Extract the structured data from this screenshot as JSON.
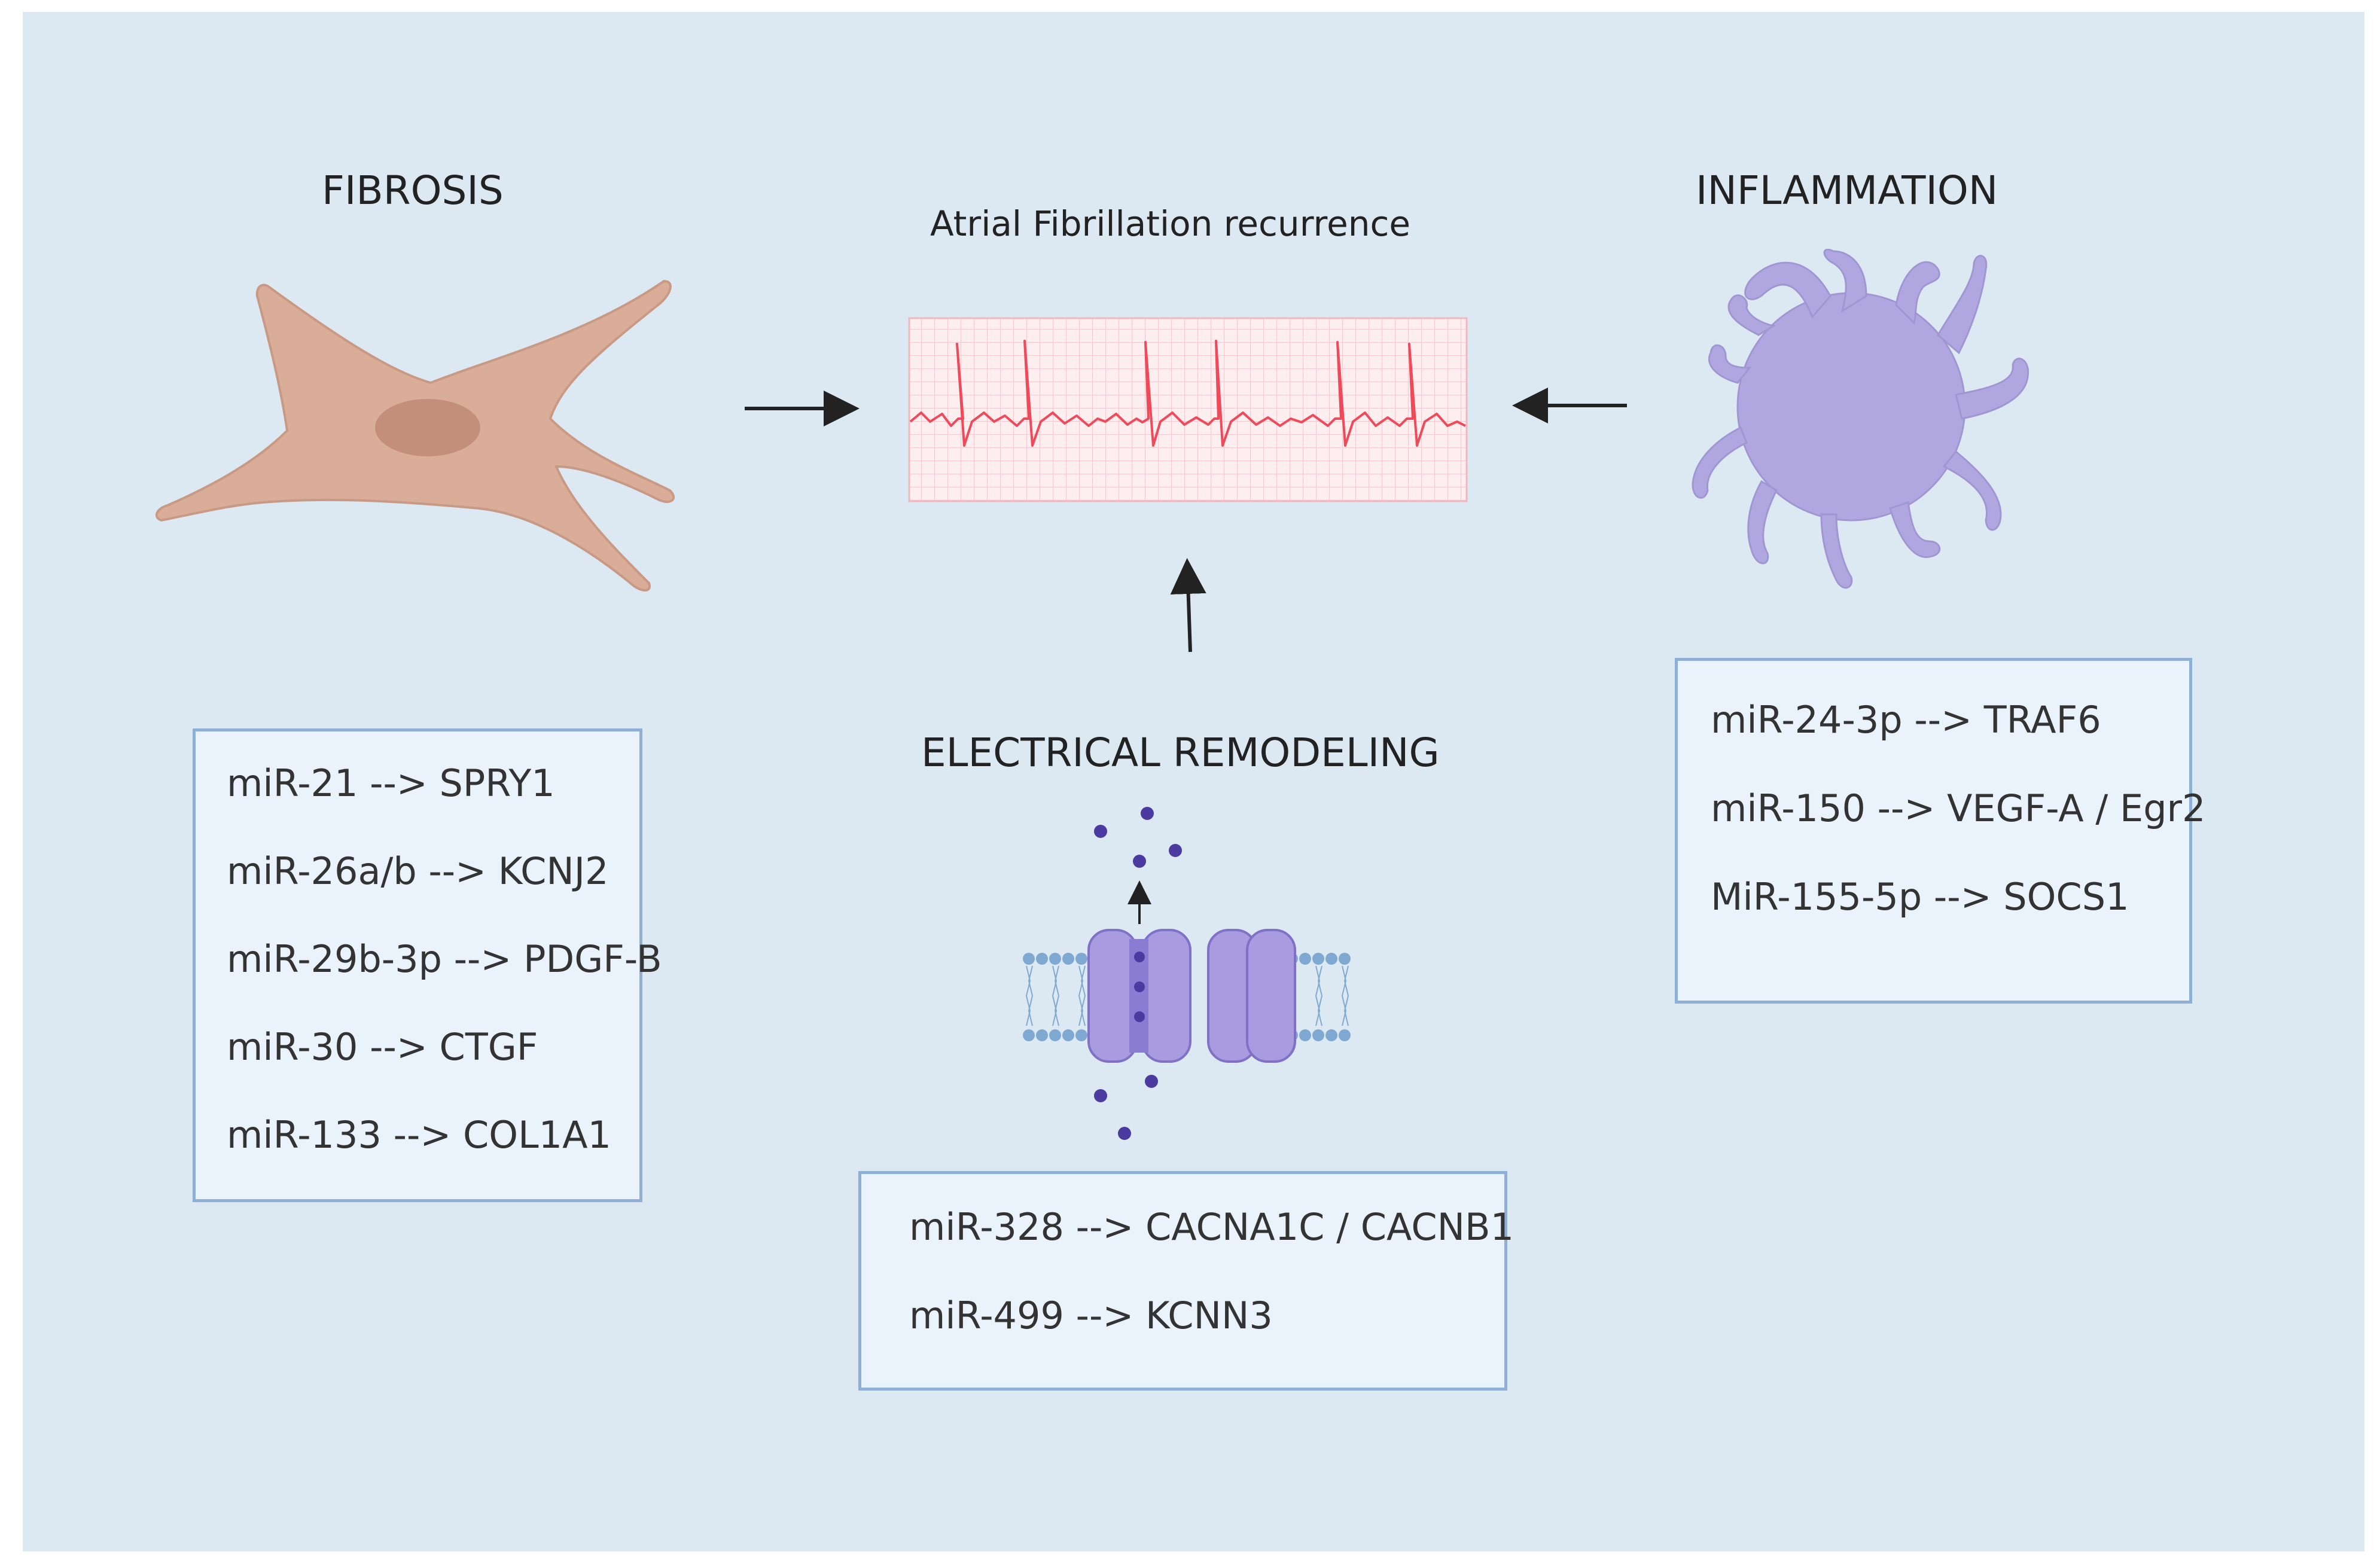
{
  "diagram": {
    "center_title": "Atrial Fibrillation recurrence",
    "sections": {
      "fibrosis": {
        "title": "FIBROSIS",
        "mirnas": [
          "miR-21 --> SPRY1",
          "miR-26a/b --> KCNJ2",
          "miR-29b-3p --> PDGF-B",
          "miR-30 -->  CTGF",
          "miR-133 --> COL1A1"
        ]
      },
      "electrical": {
        "title": "ELECTRICAL REMODELING",
        "mirnas": [
          "miR-328 --> CACNA1C / CACNB1",
          "miR-499 --> KCNN3"
        ]
      },
      "inflammation": {
        "title": "INFLAMMATION",
        "mirnas": [
          "miR-24-3p --> TRAF6",
          "miR-150 --> VEGF-A / Egr2",
          "MiR-155-5p --> SOCS1"
        ]
      }
    },
    "colors": {
      "background": "#dde9f2",
      "fibroblast": "#d9ad98",
      "nucleus": "#c48f7a",
      "macrophage": "#b1a7e0",
      "channel": "#a99be0",
      "ecg_trace": "#ef4a5a",
      "box_border": "#8fb0d6"
    }
  }
}
